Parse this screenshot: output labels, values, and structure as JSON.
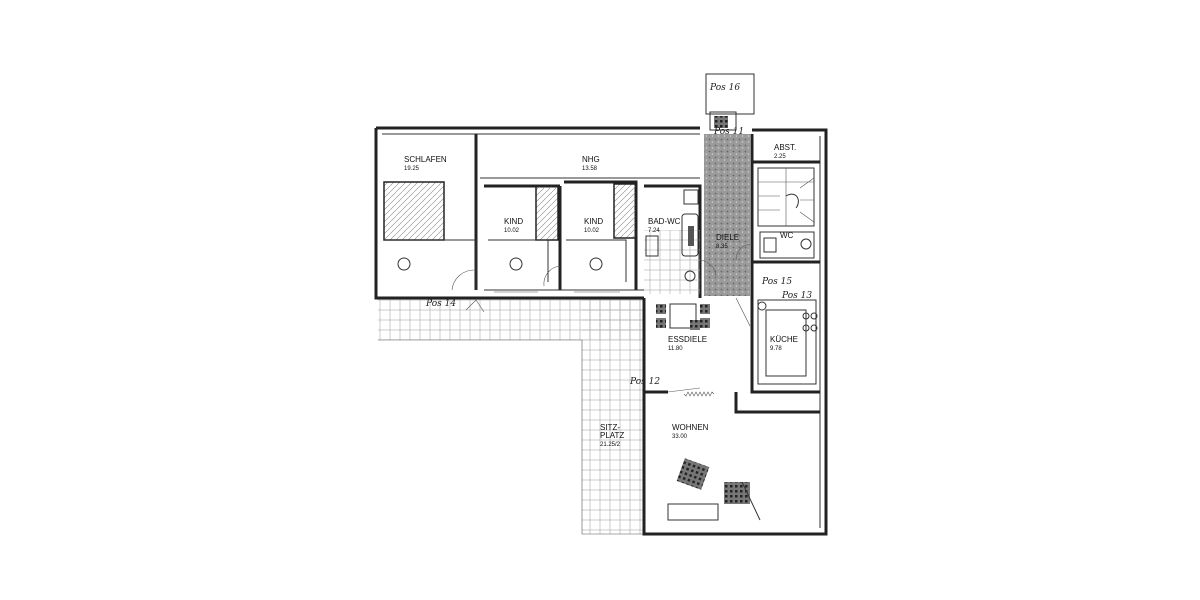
{
  "rooms": {
    "schlafen": {
      "name": "SCHLAFEN",
      "area": "19.25"
    },
    "nhg": {
      "name": "NHG",
      "area": "13.58"
    },
    "kind1": {
      "name": "KIND",
      "area": "10.02"
    },
    "kind2": {
      "name": "KIND",
      "area": "10.02"
    },
    "bad_wc": {
      "name": "BAD-WC",
      "area": "7.24"
    },
    "diele": {
      "name": "DIELE",
      "area": "8.35"
    },
    "abst": {
      "name": "ABST.",
      "area": "2.25"
    },
    "wc": {
      "name": "WC",
      "area": ""
    },
    "kueche": {
      "name": "KÜCHE",
      "area": "9.78"
    },
    "essdiele": {
      "name": "ESSDIELE",
      "area": "11.80"
    },
    "wohnen": {
      "name": "WOHNEN",
      "area": "33.00"
    },
    "sitzplatz": {
      "name_line1": "SITZ-",
      "name_line2": "PLATZ",
      "area": "21.25/2"
    }
  },
  "annotations": {
    "pos_14": "Pos 14",
    "pos_12": "Pos 12",
    "pos_15": "Pos 15",
    "pos_13": "Pos 13",
    "pos_11": "Pos 11",
    "pos_16": "Pos 16"
  }
}
